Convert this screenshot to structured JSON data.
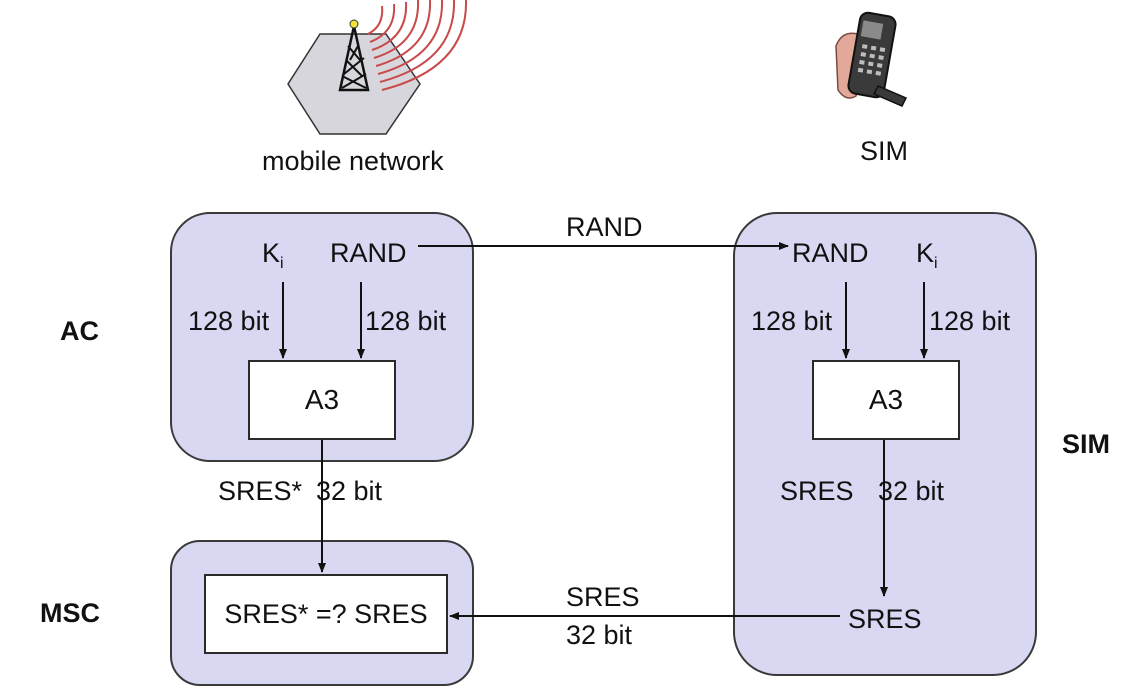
{
  "header": {
    "network_label": "mobile network",
    "sim_label": "SIM"
  },
  "side_labels": {
    "ac": "AC",
    "sim": "SIM",
    "msc": "MSC"
  },
  "ac": {
    "ki": "K",
    "ki_sub": "i",
    "rand": "RAND",
    "ki_bits": "128 bit",
    "rand_bits": "128 bit",
    "algorithm": "A3",
    "output": "SRES*",
    "output_bits": "32 bit"
  },
  "sim": {
    "rand": "RAND",
    "ki": "K",
    "ki_sub": "i",
    "rand_bits": "128 bit",
    "ki_bits": "128 bit",
    "algorithm": "A3",
    "output": "SRES",
    "output_bits": "32 bit",
    "result": "SRES"
  },
  "links": {
    "rand_label": "RAND",
    "sres_label": "SRES",
    "sres_bits": "32 bit"
  },
  "msc": {
    "compare": "SRES* =? SRES"
  }
}
